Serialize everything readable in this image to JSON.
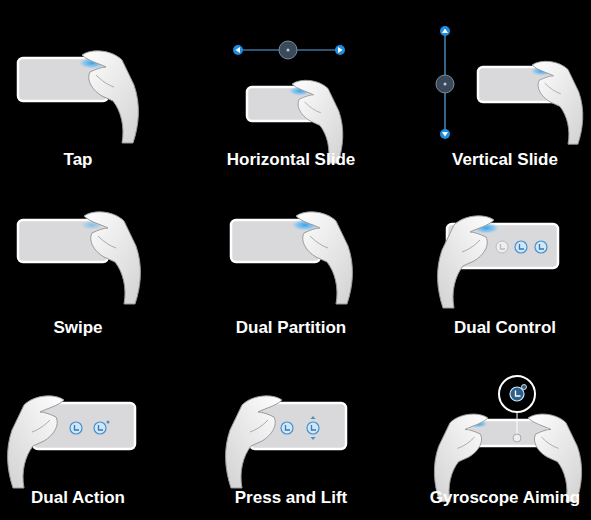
{
  "diagram": {
    "labels": [
      "Tap",
      "Horizontal Slide",
      "Vertical Slide",
      "Swipe",
      "Dual Partition",
      "Dual Control",
      "Dual Action",
      "Press and Lift",
      "Gyroscope Aiming"
    ]
  }
}
